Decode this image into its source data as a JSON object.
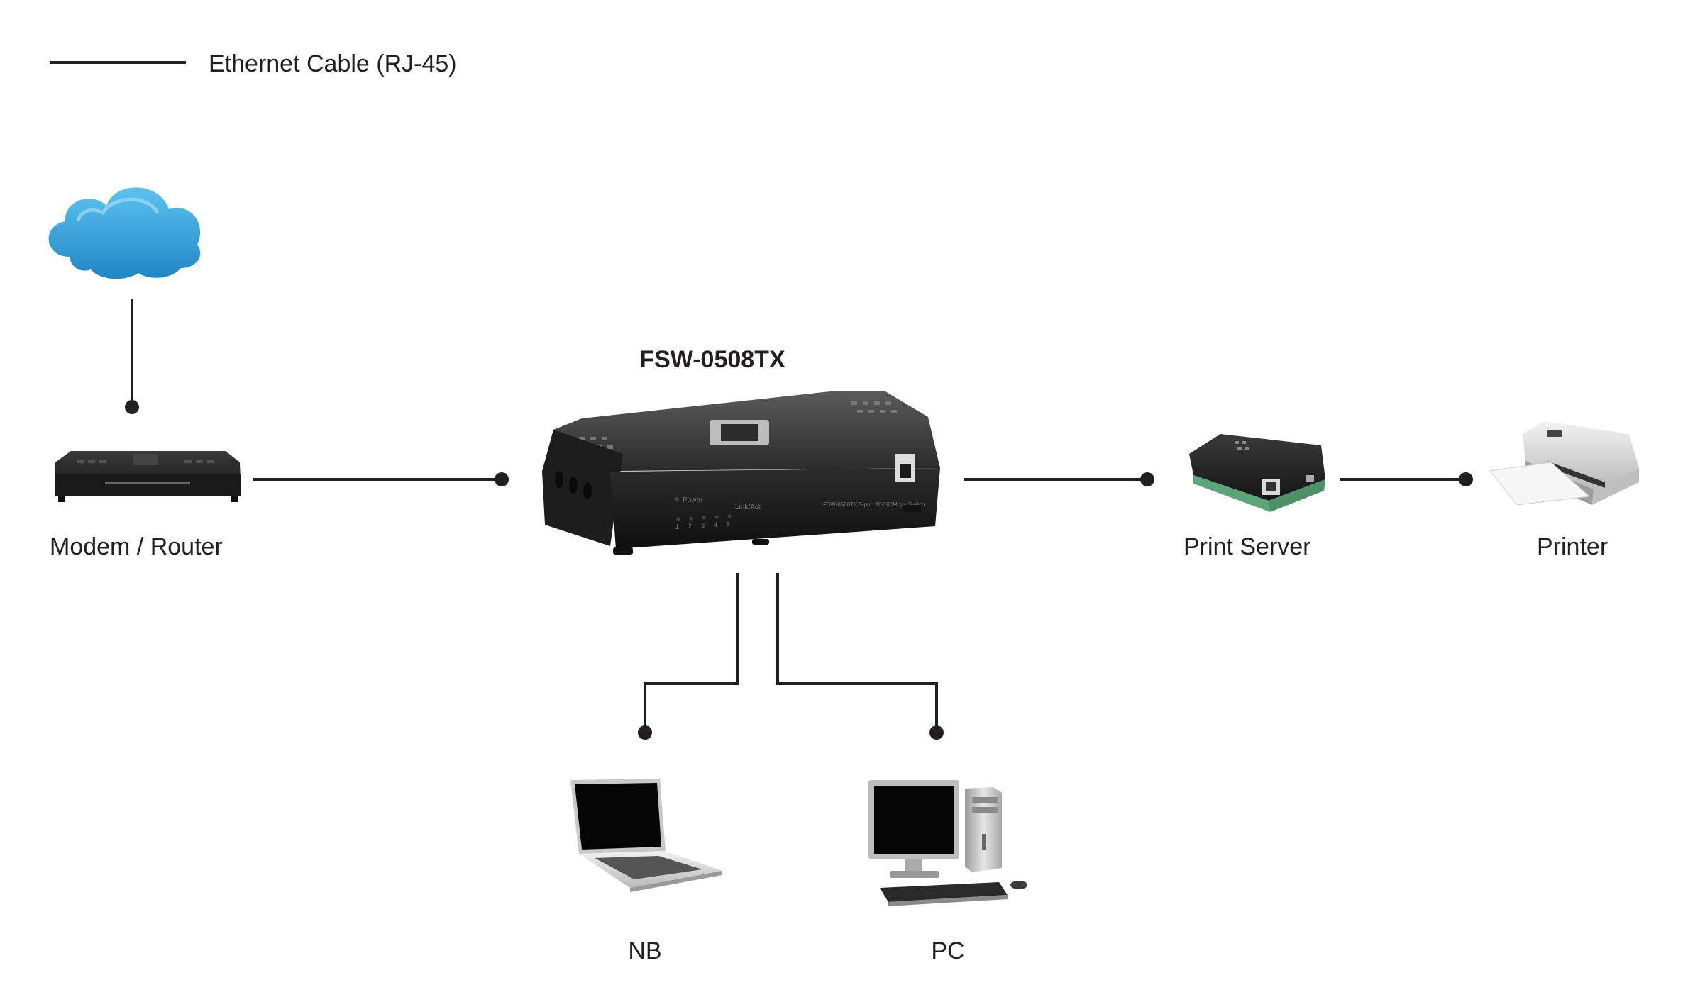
{
  "legend": {
    "label": "Ethernet Cable (RJ-45)",
    "line_color": "#231f20"
  },
  "switch": {
    "title": "FSW-0508TX",
    "icon": "network-switch-icon",
    "leds": {
      "power": "Power",
      "link": "Link/Act",
      "ports": [
        "1",
        "2",
        "3",
        "4",
        "5"
      ]
    },
    "panel_text": "FSW-0508TX 5-port 10/100Mbps Switch"
  },
  "nodes": {
    "internet": {
      "icon": "cloud-icon"
    },
    "modem": {
      "label": "Modem / Router",
      "icon": "router-icon"
    },
    "print_server": {
      "label": "Print Server",
      "icon": "print-server-icon"
    },
    "printer": {
      "label": "Printer",
      "icon": "printer-icon"
    },
    "notebook": {
      "label": "NB",
      "icon": "laptop-icon"
    },
    "pc": {
      "label": "PC",
      "icon": "desktop-pc-icon"
    }
  },
  "colors": {
    "line": "#231f20",
    "cloud": "#2ea3dc",
    "device_dark": "#2b2b2b",
    "pcb_green": "#5aa67a"
  }
}
